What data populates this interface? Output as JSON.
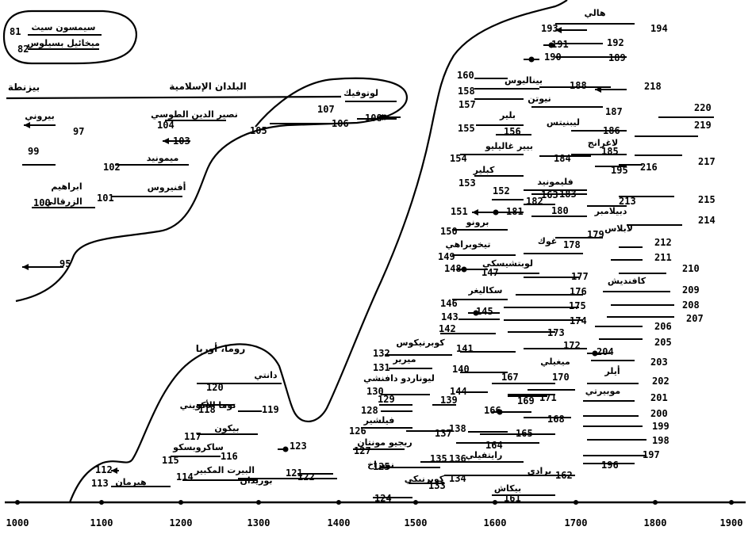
{
  "axis": {
    "ticks": [
      "1000",
      "1100",
      "1200",
      "1300",
      "1400",
      "1500",
      "1600",
      "1700",
      "1800",
      "1900"
    ]
  },
  "regions": {
    "byzantium": "بيزنطة",
    "islamic": "البلدان الإسلامية",
    "europe": "روما، أوربا"
  },
  "items": [
    {
      "n": "81",
      "label": "سيمسون سيث"
    },
    {
      "n": "82",
      "label": "ميخائيل بسيلوس"
    },
    {
      "n": "97",
      "label": "بيروني"
    },
    {
      "n": "99",
      "label": ""
    },
    {
      "n": "95",
      "label": ""
    },
    {
      "n": "100",
      "label": "الزرقالي"
    },
    {
      "n": "101",
      "label": "أفنيروس"
    },
    {
      "n": "102",
      "label": "ميمونيد"
    },
    {
      "n": "103",
      "label": ""
    },
    {
      "n": "104",
      "label": "نصير الدين الطوسي"
    },
    {
      "n": "105",
      "label": ""
    },
    {
      "n": "106",
      "label": ""
    },
    {
      "n": "107",
      "label": "لوتوفيك"
    },
    {
      "n": "108",
      "label": ""
    },
    {
      "n": "",
      "label": "ابراهيم"
    },
    {
      "n": "112",
      "label": ""
    },
    {
      "n": "113",
      "label": "هيرمان"
    },
    {
      "n": "114",
      "label": "البيرت المكبير"
    },
    {
      "n": "115",
      "label": "ساكروبسكو"
    },
    {
      "n": "116",
      "label": ""
    },
    {
      "n": "117",
      "label": "بيكون"
    },
    {
      "n": "118",
      "label": "توما الأكويني"
    },
    {
      "n": "119",
      "label": ""
    },
    {
      "n": "120",
      "label": "دانتي"
    },
    {
      "n": "121",
      "label": "بوريدان"
    },
    {
      "n": "122",
      "label": ""
    },
    {
      "n": "123",
      "label": ""
    },
    {
      "n": "124",
      "label": ""
    },
    {
      "n": "125",
      "label": "نويراخ"
    },
    {
      "n": "126",
      "label": "فيلشير"
    },
    {
      "n": "127",
      "label": "ريجيو مونتان"
    },
    {
      "n": "128",
      "label": ""
    },
    {
      "n": "129",
      "label": ""
    },
    {
      "n": "130",
      "label": "ليوناردو دافنشي"
    },
    {
      "n": "131",
      "label": "ميرير"
    },
    {
      "n": "132",
      "label": "كوبرنيكوس"
    },
    {
      "n": "133",
      "label": "كوبرنيكي"
    },
    {
      "n": "134",
      "label": ""
    },
    {
      "n": "135",
      "label": ""
    },
    {
      "n": "136",
      "label": "رايتفيلي"
    },
    {
      "n": "137",
      "label": ""
    },
    {
      "n": "138",
      "label": ""
    },
    {
      "n": "139",
      "label": ""
    },
    {
      "n": "140",
      "label": ""
    },
    {
      "n": "141",
      "label": ""
    },
    {
      "n": "142",
      "label": ""
    },
    {
      "n": "143",
      "label": ""
    },
    {
      "n": "144",
      "label": ""
    },
    {
      "n": "145",
      "label": ""
    },
    {
      "n": "146",
      "label": "سكاليغر"
    },
    {
      "n": "147",
      "label": "لوبتشيسكي"
    },
    {
      "n": "148",
      "label": ""
    },
    {
      "n": "149",
      "label": "تيخوبراهي"
    },
    {
      "n": "150",
      "label": "برونو"
    },
    {
      "n": "151",
      "label": ""
    },
    {
      "n": "152",
      "label": ""
    },
    {
      "n": "153",
      "label": "كبلير"
    },
    {
      "n": "154",
      "label": "غاليليو"
    },
    {
      "n": "155",
      "label": "بلير"
    },
    {
      "n": "156",
      "label": ""
    },
    {
      "n": "157",
      "label": ""
    },
    {
      "n": "158",
      "label": "بيناليوس"
    },
    {
      "n": "160",
      "label": ""
    },
    {
      "n": "161",
      "label": "بيكاش"
    },
    {
      "n": "162",
      "label": "برادي"
    },
    {
      "n": "163",
      "label": ""
    },
    {
      "n": "164",
      "label": ""
    },
    {
      "n": "165",
      "label": ""
    },
    {
      "n": "166",
      "label": ""
    },
    {
      "n": "167",
      "label": "ميغيلي"
    },
    {
      "n": "168",
      "label": ""
    },
    {
      "n": "169",
      "label": ""
    },
    {
      "n": "170",
      "label": ""
    },
    {
      "n": "171",
      "label": ""
    },
    {
      "n": "172",
      "label": ""
    },
    {
      "n": "173",
      "label": ""
    },
    {
      "n": "174",
      "label": ""
    },
    {
      "n": "175",
      "label": ""
    },
    {
      "n": "176",
      "label": ""
    },
    {
      "n": "177",
      "label": ""
    },
    {
      "n": "178",
      "label": "غوك"
    },
    {
      "n": "179",
      "label": ""
    },
    {
      "n": "180",
      "label": ""
    },
    {
      "n": "181",
      "label": ""
    },
    {
      "n": "182",
      "label": "فليمونيد"
    },
    {
      "n": "183",
      "label": ""
    },
    {
      "n": "184",
      "label": "بيير"
    },
    {
      "n": "185",
      "label": "لاغرانج"
    },
    {
      "n": "186",
      "label": "ليبنيتس"
    },
    {
      "n": "187",
      "label": "نيوتن"
    },
    {
      "n": "188",
      "label": ""
    },
    {
      "n": "189",
      "label": ""
    },
    {
      "n": "190",
      "label": ""
    },
    {
      "n": "191",
      "label": ""
    },
    {
      "n": "192",
      "label": ""
    },
    {
      "n": "193",
      "label": ""
    },
    {
      "n": "194",
      "label": "هالي"
    },
    {
      "n": "195",
      "label": ""
    },
    {
      "n": "196",
      "label": ""
    },
    {
      "n": "197",
      "label": ""
    },
    {
      "n": "198",
      "label": ""
    },
    {
      "n": "199",
      "label": ""
    },
    {
      "n": "200",
      "label": ""
    },
    {
      "n": "201",
      "label": "موبيرتي"
    },
    {
      "n": "202",
      "label": "أيلر"
    },
    {
      "n": "203",
      "label": ""
    },
    {
      "n": "204",
      "label": ""
    },
    {
      "n": "205",
      "label": ""
    },
    {
      "n": "206",
      "label": ""
    },
    {
      "n": "207",
      "label": ""
    },
    {
      "n": "208",
      "label": ""
    },
    {
      "n": "209",
      "label": "كافنديش"
    },
    {
      "n": "210",
      "label": ""
    },
    {
      "n": "211",
      "label": ""
    },
    {
      "n": "212",
      "label": ""
    },
    {
      "n": "213",
      "label": "دبيلامبر"
    },
    {
      "n": "214",
      "label": "لابلاس"
    },
    {
      "n": "215",
      "label": ""
    },
    {
      "n": "216",
      "label": ""
    },
    {
      "n": "217",
      "label": ""
    },
    {
      "n": "218",
      "label": ""
    },
    {
      "n": "219",
      "label": ""
    },
    {
      "n": "220",
      "label": ""
    }
  ]
}
